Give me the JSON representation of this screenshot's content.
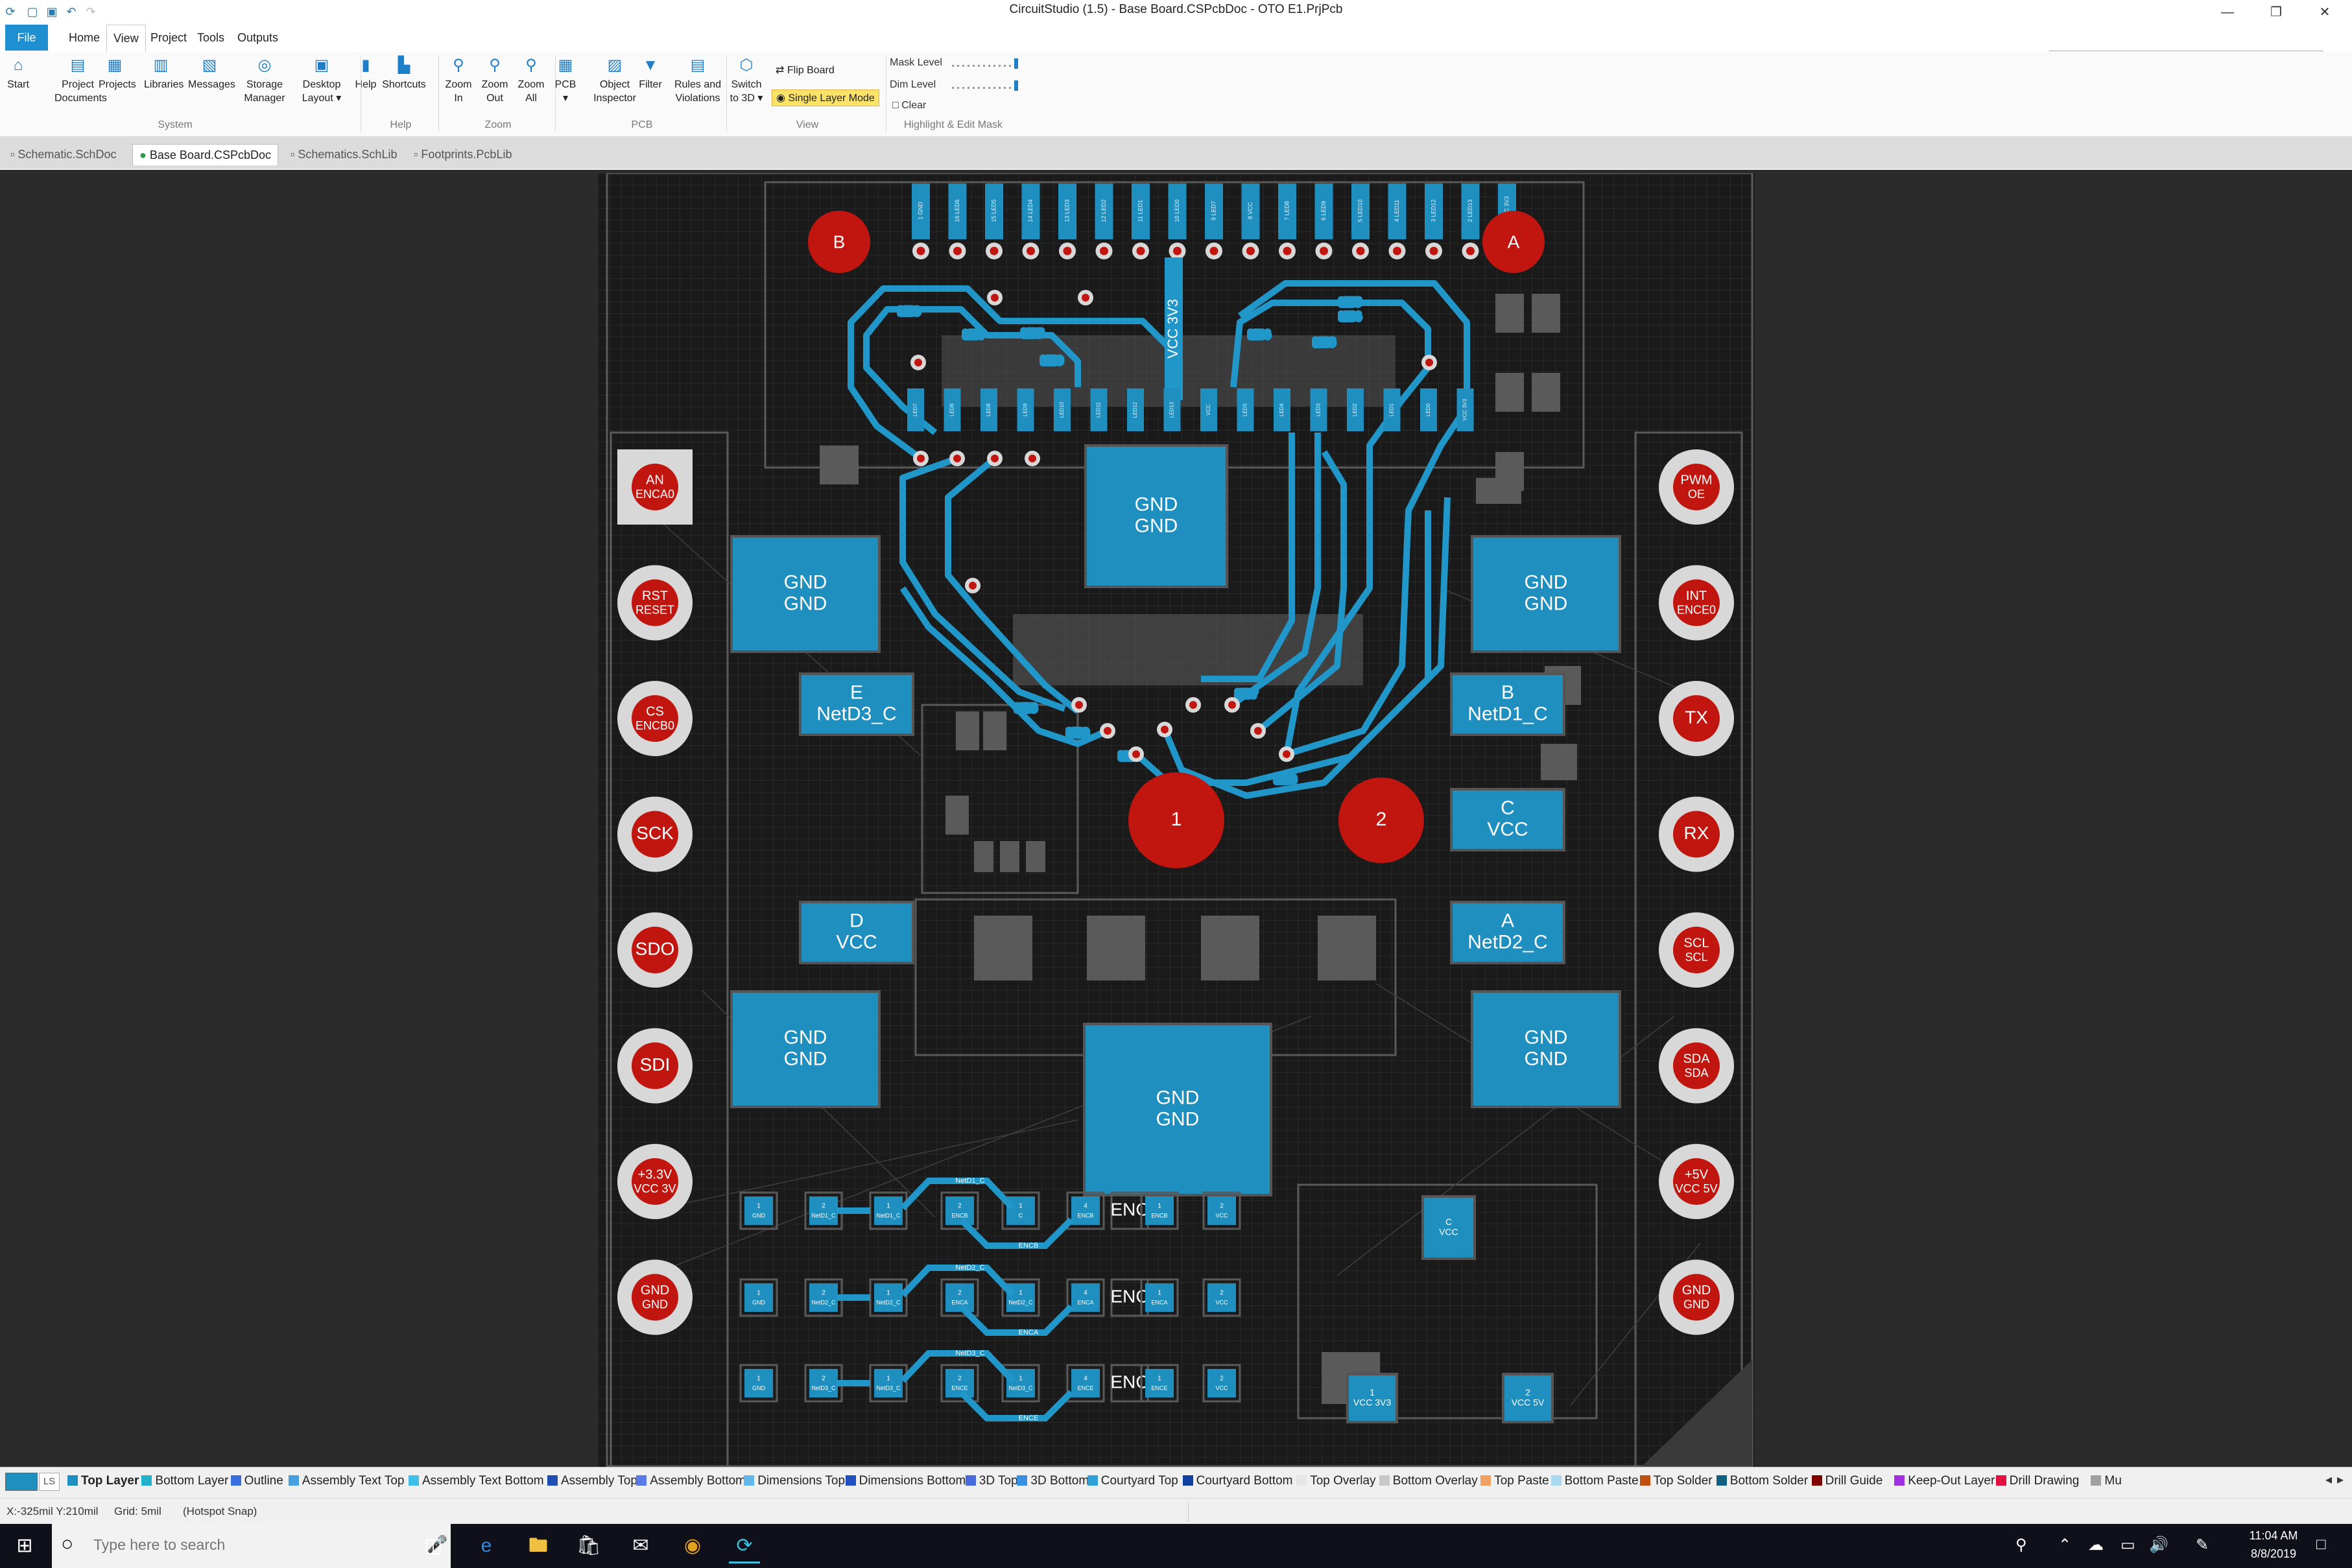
{
  "window": {
    "title": "CircuitStudio (1.5) - Base Board.CSPcbDoc - OTO E1.PrjPcb",
    "minimize_icon": "minimize-icon",
    "restore_icon": "restore-icon",
    "close_icon": "close-icon"
  },
  "menu": {
    "file": "File",
    "tabs": [
      "Home",
      "View",
      "Project",
      "Tools",
      "Outputs"
    ],
    "active_tab": "View"
  },
  "search": {
    "placeholder": "Type here to search"
  },
  "ribbon": {
    "buttons": [
      {
        "label": "Start",
        "icon": "home-icon"
      },
      {
        "label": "Project\nDocuments",
        "icon": "documents-icon"
      },
      {
        "label": "Projects",
        "icon": "projects-icon"
      },
      {
        "label": "Libraries",
        "icon": "libraries-icon"
      },
      {
        "label": "Messages",
        "icon": "messages-icon"
      },
      {
        "label": "Storage\nManager",
        "icon": "storage-icon"
      },
      {
        "label": "Desktop\nLayout ▾",
        "icon": "layout-icon"
      },
      {
        "label": "Help",
        "icon": "help-icon"
      },
      {
        "label": "Shortcuts",
        "icon": "shortcuts-icon"
      },
      {
        "label": "Zoom\nIn",
        "icon": "zoom-in-icon"
      },
      {
        "label": "Zoom\nOut",
        "icon": "zoom-out-icon"
      },
      {
        "label": "Zoom\nAll",
        "icon": "zoom-all-icon"
      },
      {
        "label": "PCB\n▾",
        "icon": "pcb-icon"
      },
      {
        "label": "Object\nInspector",
        "icon": "inspector-icon"
      },
      {
        "label": "Filter",
        "icon": "filter-icon"
      },
      {
        "label": "Rules and\nViolations",
        "icon": "rules-icon"
      },
      {
        "label": "Switch\nto 3D ▾",
        "icon": "3d-icon"
      }
    ],
    "groups": [
      "System",
      "Help",
      "Zoom",
      "PCB",
      "View",
      "Highlight & Edit Mask"
    ],
    "flip_board": "Flip Board",
    "single_layer_mode": "Single Layer Mode",
    "mask_level": "Mask Level",
    "dim_level": "Dim Level",
    "clear": "Clear"
  },
  "doc_tabs": [
    {
      "label": "Schematic.SchDoc",
      "active": false
    },
    {
      "label": "Base Board.CSPcbDoc",
      "active": true
    },
    {
      "label": "Schematics.SchLib",
      "active": false
    },
    {
      "label": "Footprints.PcbLib",
      "active": false
    }
  ],
  "pcb": {
    "left_pins": [
      {
        "l1": "AN",
        "l2": "ENCA0"
      },
      {
        "l1": "RST",
        "l2": "RESET"
      },
      {
        "l1": "CS",
        "l2": "ENCB0"
      },
      {
        "l1": "SCK",
        "l2": ""
      },
      {
        "l1": "SDO",
        "l2": ""
      },
      {
        "l1": "SDI",
        "l2": ""
      },
      {
        "l1": "+3.3V",
        "l2": "VCC 3V"
      },
      {
        "l1": "GND",
        "l2": "GND"
      }
    ],
    "right_pins": [
      {
        "l1": "PWM",
        "l2": "OE"
      },
      {
        "l1": "INT",
        "l2": "ENCE0"
      },
      {
        "l1": "TX",
        "l2": ""
      },
      {
        "l1": "RX",
        "l2": ""
      },
      {
        "l1": "SCL",
        "l2": "SCL"
      },
      {
        "l1": "SDA",
        "l2": "SDA"
      },
      {
        "l1": "+5V",
        "l2": "VCC 5V"
      },
      {
        "l1": "GND",
        "l2": "GND"
      }
    ],
    "markers": {
      "b": "B",
      "a": "A",
      "one": "1",
      "two": "2"
    },
    "gnd_pads": [
      {
        "l1": "GND",
        "l2": "GND"
      },
      {
        "l1": "GND",
        "l2": "GND"
      },
      {
        "l1": "GND",
        "l2": "GND"
      },
      {
        "l1": "GND",
        "l2": "GND"
      },
      {
        "l1": "GND",
        "l2": "GND"
      },
      {
        "l1": "GND",
        "l2": "GND"
      }
    ],
    "net_pads": [
      {
        "l1": "E",
        "l2": "NetD3_C"
      },
      {
        "l1": "B",
        "l2": "NetD1_C"
      },
      {
        "l1": "C",
        "l2": "VCC"
      },
      {
        "l1": "D",
        "l2": "VCC"
      },
      {
        "l1": "A",
        "l2": "NetD2_C"
      }
    ],
    "vcc_label": "VCC 3V3",
    "top_header_labels": [
      "1 GND",
      "16 LED6",
      "15 LED5",
      "14 LED4",
      "13 LED3",
      "12 LED2",
      "11 LED1",
      "10 LED0",
      "9 LED7",
      "8 VCC",
      "7 LED8",
      "6 LED9",
      "5 LED10",
      "4 LED11",
      "3 LED12",
      "2 LED13",
      "1 VCC 3V3"
    ],
    "chip_labels": [
      "LED7",
      "LED6",
      "LED8",
      "LED9",
      "LED10",
      "LED11",
      "LED12",
      "LED13",
      "VCC",
      "LED5",
      "LED4",
      "LED3",
      "LED2",
      "LED1",
      "LED0",
      "VCC 3V3"
    ],
    "trace_labels": [
      "LED8",
      "LED7",
      "LED6",
      "LED7",
      "LED5",
      "LED4",
      "LED5",
      "LED4",
      "LED6",
      "LED7",
      "LED8",
      "LED5",
      "LED4",
      "LED5"
    ],
    "small_row_pads": [
      [
        "1\nGND",
        "2\nNetD1_C",
        "1\nNetD1_C",
        "2\nENCB",
        "1\nC",
        "4\nENCB",
        "ENC",
        "1\nENCB",
        "2\nVCC"
      ],
      [
        "1\nGND",
        "2\nNetD2_C",
        "1\nNetD2_C",
        "2\nENCA",
        "1\nNetD2_C",
        "4\nENCA",
        "ENC",
        "1\nENCA",
        "2\nVCC"
      ],
      [
        "1\nGND",
        "2\nNetD3_C",
        "1\nNetD3_C",
        "2\nENCE",
        "1\nNetD3_C",
        "4\nENCE",
        "ENC",
        "1\nENCE",
        "2\nVCC"
      ]
    ],
    "row_trace_labels": [
      "NetD1_C",
      "ENCB",
      "NetD2_C",
      "ENCA",
      "NetD3_C",
      "ENCE"
    ],
    "misc_pads": [
      {
        "l1": "C",
        "l2": "VCC"
      },
      {
        "l1": "1",
        "l2": "VCC 3V3"
      },
      {
        "l1": "2",
        "l2": "VCC 5V"
      }
    ]
  },
  "layers": {
    "ls": "LS",
    "items": [
      {
        "label": "Top Layer",
        "color": "#1f8fc0"
      },
      {
        "label": "Bottom Layer",
        "color": "#20b2c8"
      },
      {
        "label": "Outline",
        "color": "#3a6fe0"
      },
      {
        "label": "Assembly Text Top",
        "color": "#46a0e0"
      },
      {
        "label": "Assembly Text Bottom",
        "color": "#40c0e8"
      },
      {
        "label": "Assembly Top",
        "color": "#1f4fb0"
      },
      {
        "label": "Assembly Bottom",
        "color": "#5a7ae8"
      },
      {
        "label": "Dimensions Top",
        "color": "#60b8e8"
      },
      {
        "label": "Dimensions Bottom",
        "color": "#2050c0"
      },
      {
        "label": "3D Top",
        "color": "#4a6ae0"
      },
      {
        "label": "3D Bottom",
        "color": "#3a90e0"
      },
      {
        "label": "Courtyard Top",
        "color": "#30a0d8"
      },
      {
        "label": "Courtyard Bottom",
        "color": "#1040a0"
      },
      {
        "label": "Top Overlay",
        "color": "#e6e6e6"
      },
      {
        "label": "Bottom Overlay",
        "color": "#c8c8c8"
      },
      {
        "label": "Top Paste",
        "color": "#f0a060"
      },
      {
        "label": "Bottom Paste",
        "color": "#a8d8f0"
      },
      {
        "label": "Top Solder",
        "color": "#c05010"
      },
      {
        "label": "Bottom Solder",
        "color": "#106080"
      },
      {
        "label": "Drill Guide",
        "color": "#800000"
      },
      {
        "label": "Keep-Out Layer",
        "color": "#a030e0"
      },
      {
        "label": "Drill Drawing",
        "color": "#e01040"
      },
      {
        "label": "Mu",
        "color": "#a0a0a0"
      }
    ]
  },
  "status": {
    "coords": "X:-325mil Y:210mil",
    "grid": "Grid: 5mil",
    "snap": "(Hotspot Snap)"
  },
  "taskbar": {
    "search_placeholder": "Type here to search",
    "time": "11:04 AM",
    "date": "8/8/2019"
  },
  "colors": {
    "pad_blue": "#1f8fc0",
    "trace_blue": "#2196c8",
    "drill_red": "#c0160f",
    "board_bg": "#1a1a1a",
    "file_tab": "#1e8fd0"
  }
}
